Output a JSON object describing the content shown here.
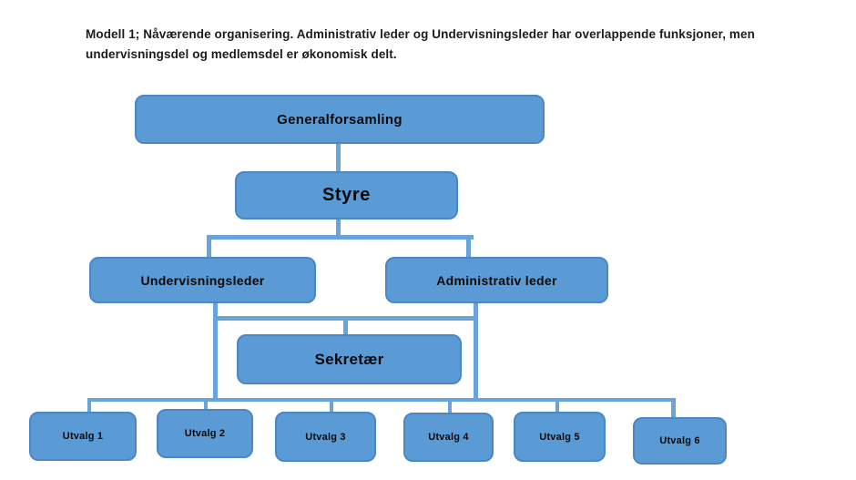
{
  "title": {
    "line1": "Modell 1; Nåværende organisering. Administrativ leder og Undervisningsleder har overlappende funksjoner, men",
    "line2": "undervisningsdel og medlemsdel er økonomisk delt."
  },
  "diagram": {
    "type": "org-chart",
    "levels": [
      [
        "Generalforsamling"
      ],
      [
        "Styre"
      ],
      [
        "Undervisningsleder",
        "Administrativ leder"
      ],
      [
        "Sekretær"
      ],
      [
        "Utvalg 1",
        "Utvalg 2",
        "Utvalg 3",
        "Utvalg 4",
        "Utvalg 5",
        "Utvalg 6"
      ]
    ],
    "edges": [
      {
        "from": "Generalforsamling",
        "to": "Styre"
      },
      {
        "from": "Styre",
        "to": "Undervisningsleder"
      },
      {
        "from": "Styre",
        "to": "Administrativ leder"
      },
      {
        "from": "Undervisningsleder og Administrativ leder",
        "to": "Sekretær"
      },
      {
        "from": "Undervisningsleder og Administrativ leder",
        "to": "Utvalg 1–6"
      }
    ]
  },
  "nodes": {
    "generalforsamling": {
      "label": "Generalforsamling"
    },
    "styre": {
      "label": "Styre"
    },
    "undervisningsleder": {
      "label": "Undervisningsleder"
    },
    "administrativ_leder": {
      "label": "Administrativ leder"
    },
    "sekretaer": {
      "label": "Sekretær"
    },
    "utvalg": [
      {
        "label": "Utvalg 1"
      },
      {
        "label": "Utvalg 2"
      },
      {
        "label": "Utvalg 3"
      },
      {
        "label": "Utvalg 4"
      },
      {
        "label": "Utvalg 5"
      },
      {
        "label": "Utvalg 6"
      }
    ]
  },
  "colors": {
    "node_fill": "#5b9bd5",
    "node_border": "#4a87c4",
    "connector": "#68a3da",
    "node_text": "#0a0a0a",
    "caption_text": "#1c1c1c",
    "background": "#ffffff"
  }
}
